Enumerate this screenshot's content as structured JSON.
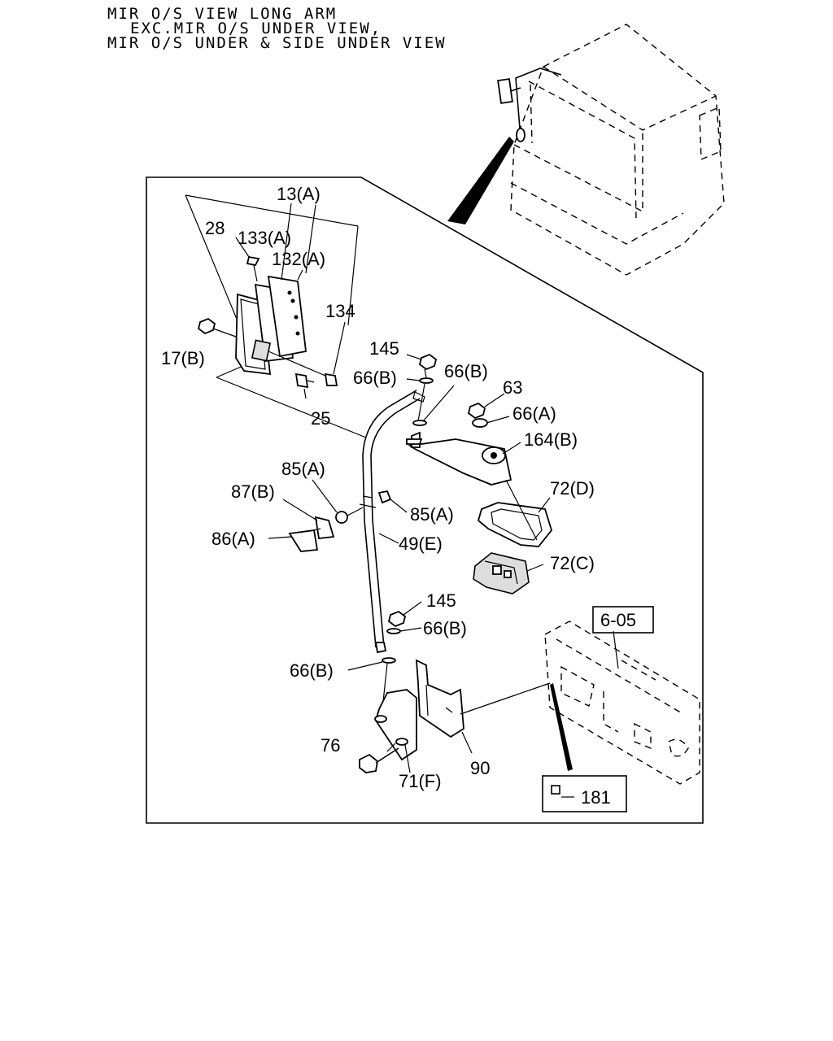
{
  "header": {
    "line1": "MIR O/S VIEW LONG ARM",
    "line2": "EXC.MIR O/S UNDER VIEW,",
    "line3": "MIR O/S UNDER & SIDE UNDER VIEW"
  },
  "callouts": {
    "p13A": "13(A)",
    "p28": "28",
    "p133A": "133(A)",
    "p132A": "132(A)",
    "p134": "134",
    "p17B": "17(B)",
    "p25": "25",
    "p145a": "145",
    "p66Ba": "66(B)",
    "p66Bb": "66(B)",
    "p63": "63",
    "p66A": "66(A)",
    "p164B": "164(B)",
    "p85Aa": "85(A)",
    "p87B": "87(B)",
    "p85Ab": "85(A)",
    "p86A": "86(A)",
    "p49E": "49(E)",
    "p72D": "72(D)",
    "p72C": "72(C)",
    "p145b": "145",
    "p66Bc": "66(B)",
    "p66Bd": "66(B)",
    "p605": "6-05",
    "p76": "76",
    "p71F": "71(F)",
    "p90": "90",
    "p181": "181"
  }
}
